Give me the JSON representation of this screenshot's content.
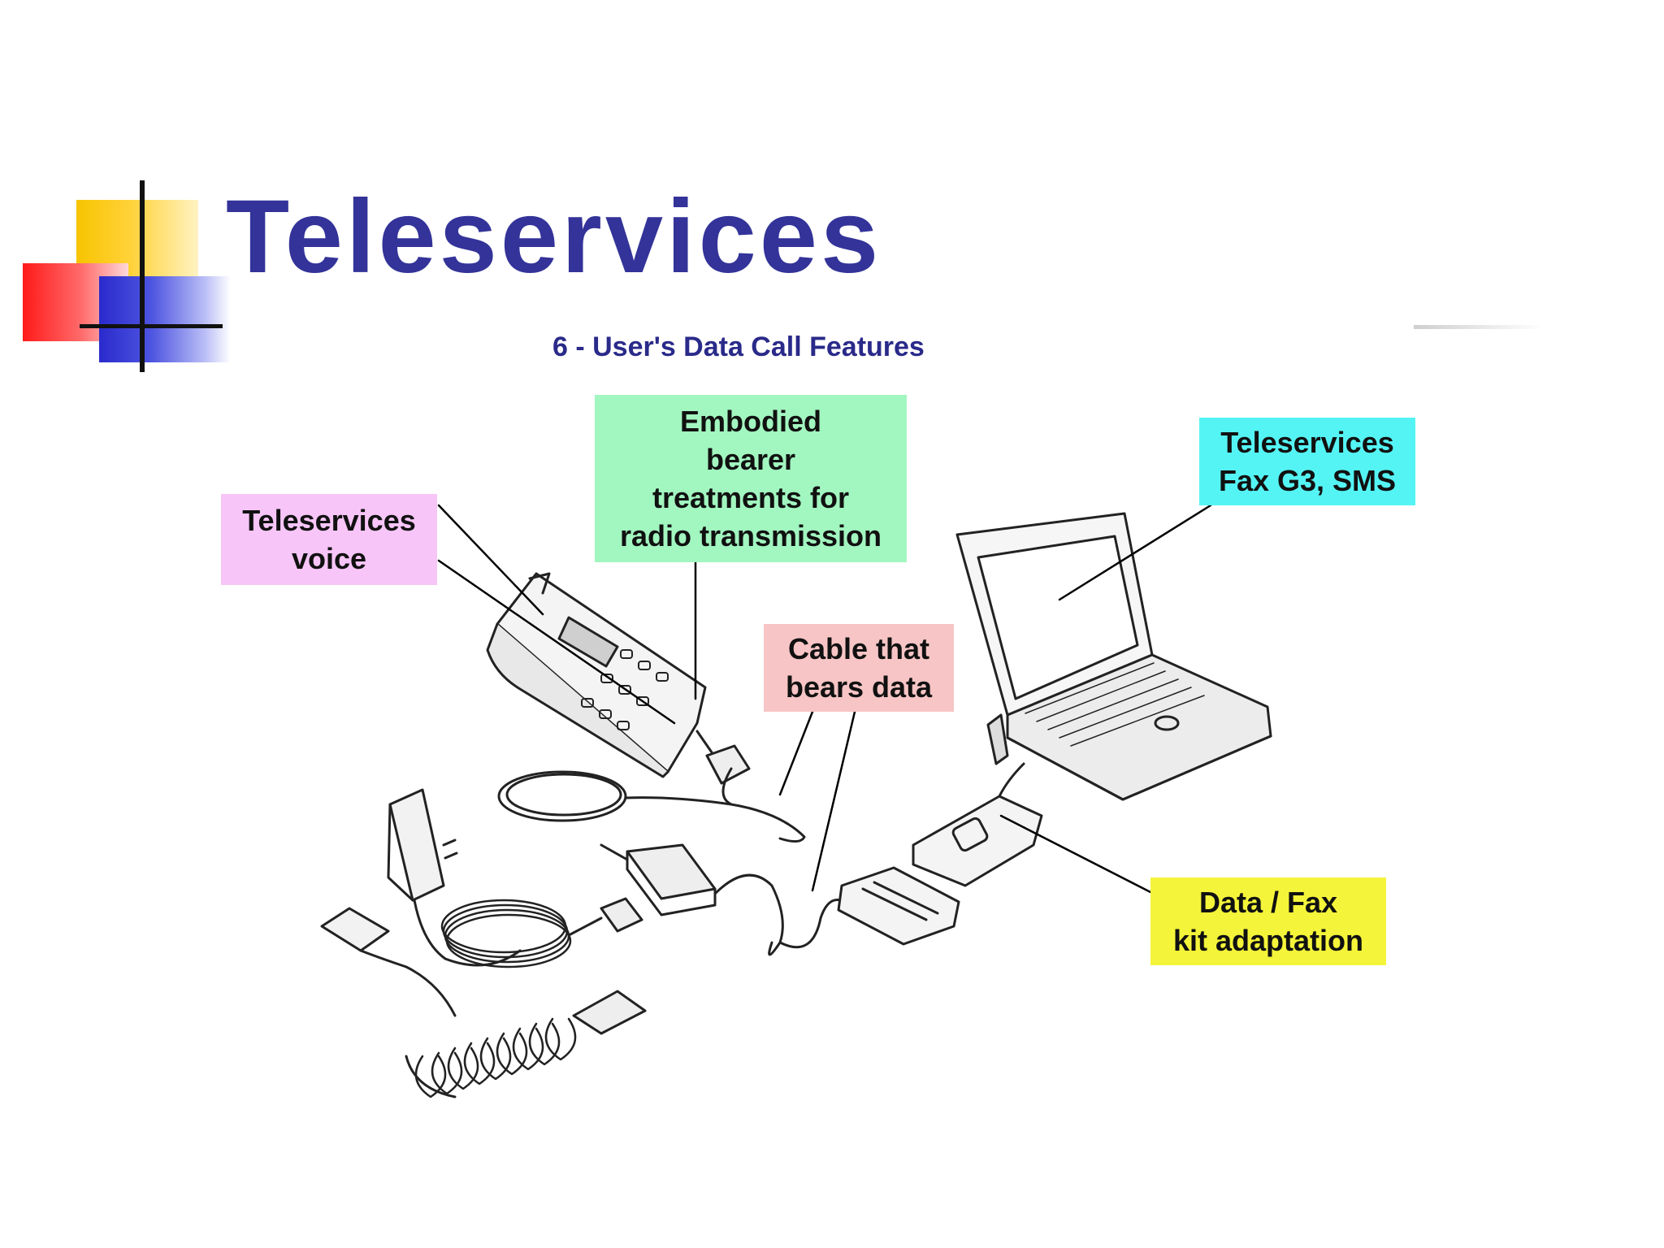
{
  "slide": {
    "title": "Teleservices"
  },
  "diagram": {
    "heading": "6 - User's Data Call Features",
    "labels": {
      "voice": "Teleservices\nvoice",
      "embodied": "Embodied\nbearer\ntreatments for\nradio transmission",
      "fax_sms": "Teleservices\nFax G3, SMS",
      "cable": "Cable that\nbears data",
      "kit": "Data / Fax\nkit adaptation"
    },
    "colors": {
      "title": "#333399",
      "voice_bg": "#f7c5f7",
      "embodied_bg": "#a2f6c0",
      "fax_bg": "#55f4f4",
      "cable_bg": "#f7c5c5",
      "kit_bg": "#f4f43a"
    },
    "icons": [
      "mobile-phone-icon",
      "laptop-icon",
      "power-adapter-icon",
      "data-card-icon",
      "cable-icon"
    ]
  }
}
